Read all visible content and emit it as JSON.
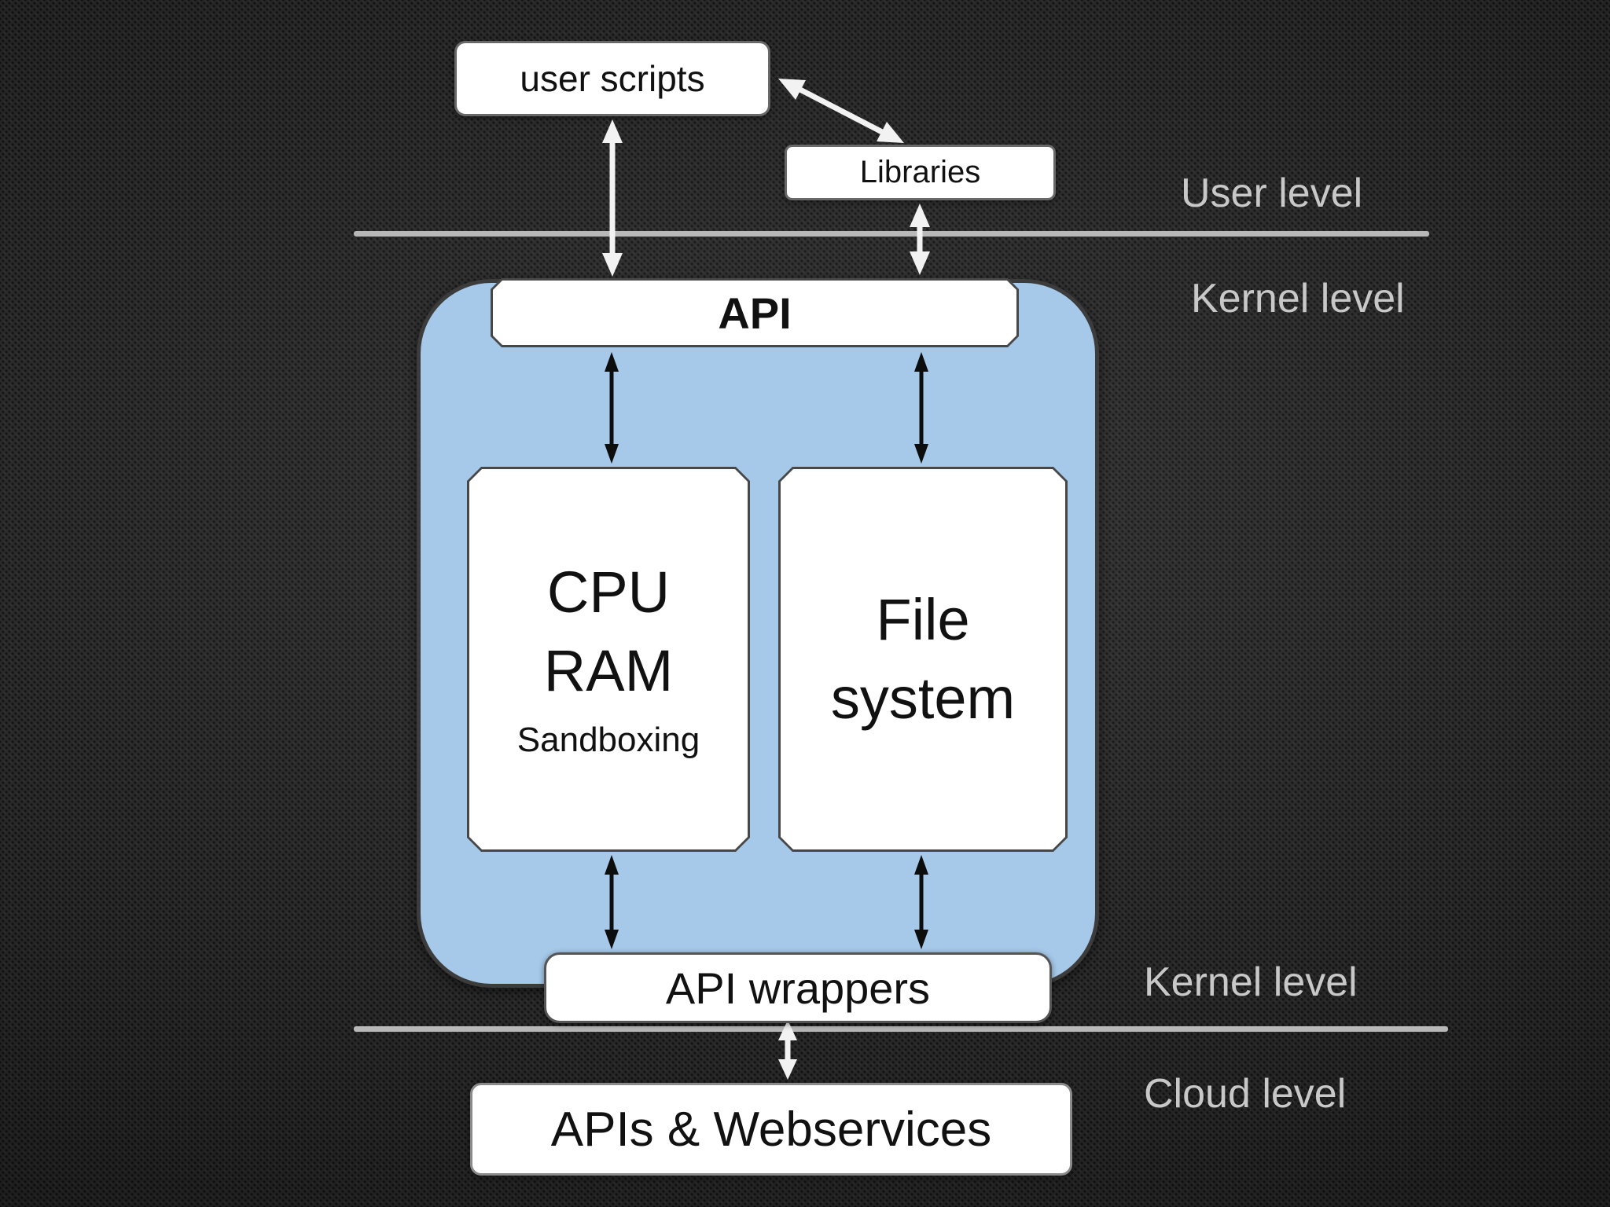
{
  "nodes": {
    "user_scripts": "user scripts",
    "libraries": "Libraries",
    "api": "API",
    "cpu": {
      "line1": "CPU",
      "line2": "RAM",
      "line3": "Sandboxing"
    },
    "file": {
      "line1": "File",
      "line2": "system"
    },
    "api_wrappers": "API wrappers",
    "webservices": "APIs & Webservices"
  },
  "level_labels": {
    "user": "User level",
    "kernel_upper": "Kernel level",
    "kernel_lower": "Kernel level",
    "cloud": "Cloud level"
  },
  "connections": [
    {
      "from": "user scripts",
      "to": "API",
      "style": "light",
      "direction": "bidirectional"
    },
    {
      "from": "user scripts",
      "to": "Libraries",
      "style": "light",
      "direction": "bidirectional"
    },
    {
      "from": "Libraries",
      "to": "API",
      "style": "light",
      "direction": "bidirectional"
    },
    {
      "from": "API",
      "to": "CPU RAM Sandboxing",
      "style": "dark",
      "direction": "bidirectional"
    },
    {
      "from": "API",
      "to": "File system",
      "style": "dark",
      "direction": "bidirectional"
    },
    {
      "from": "CPU RAM Sandboxing",
      "to": "API wrappers",
      "style": "dark",
      "direction": "bidirectional"
    },
    {
      "from": "File system",
      "to": "API wrappers",
      "style": "dark",
      "direction": "bidirectional"
    },
    {
      "from": "API wrappers",
      "to": "APIs & Webservices",
      "style": "light",
      "direction": "bidirectional"
    }
  ],
  "colors": {
    "background": "#1f1f1f",
    "container_fill": "#a6c9ea",
    "container_border": "#3c3c3c",
    "node_fill": "#ffffff",
    "node_border": "#686868",
    "inner_node_border": "#474747",
    "node_text": "#111111",
    "level_label_text": "#c8c8c8",
    "separator_line": "#b8b8b8",
    "arrow_light": "#f2f2f2",
    "arrow_dark": "#0d0d0d"
  }
}
